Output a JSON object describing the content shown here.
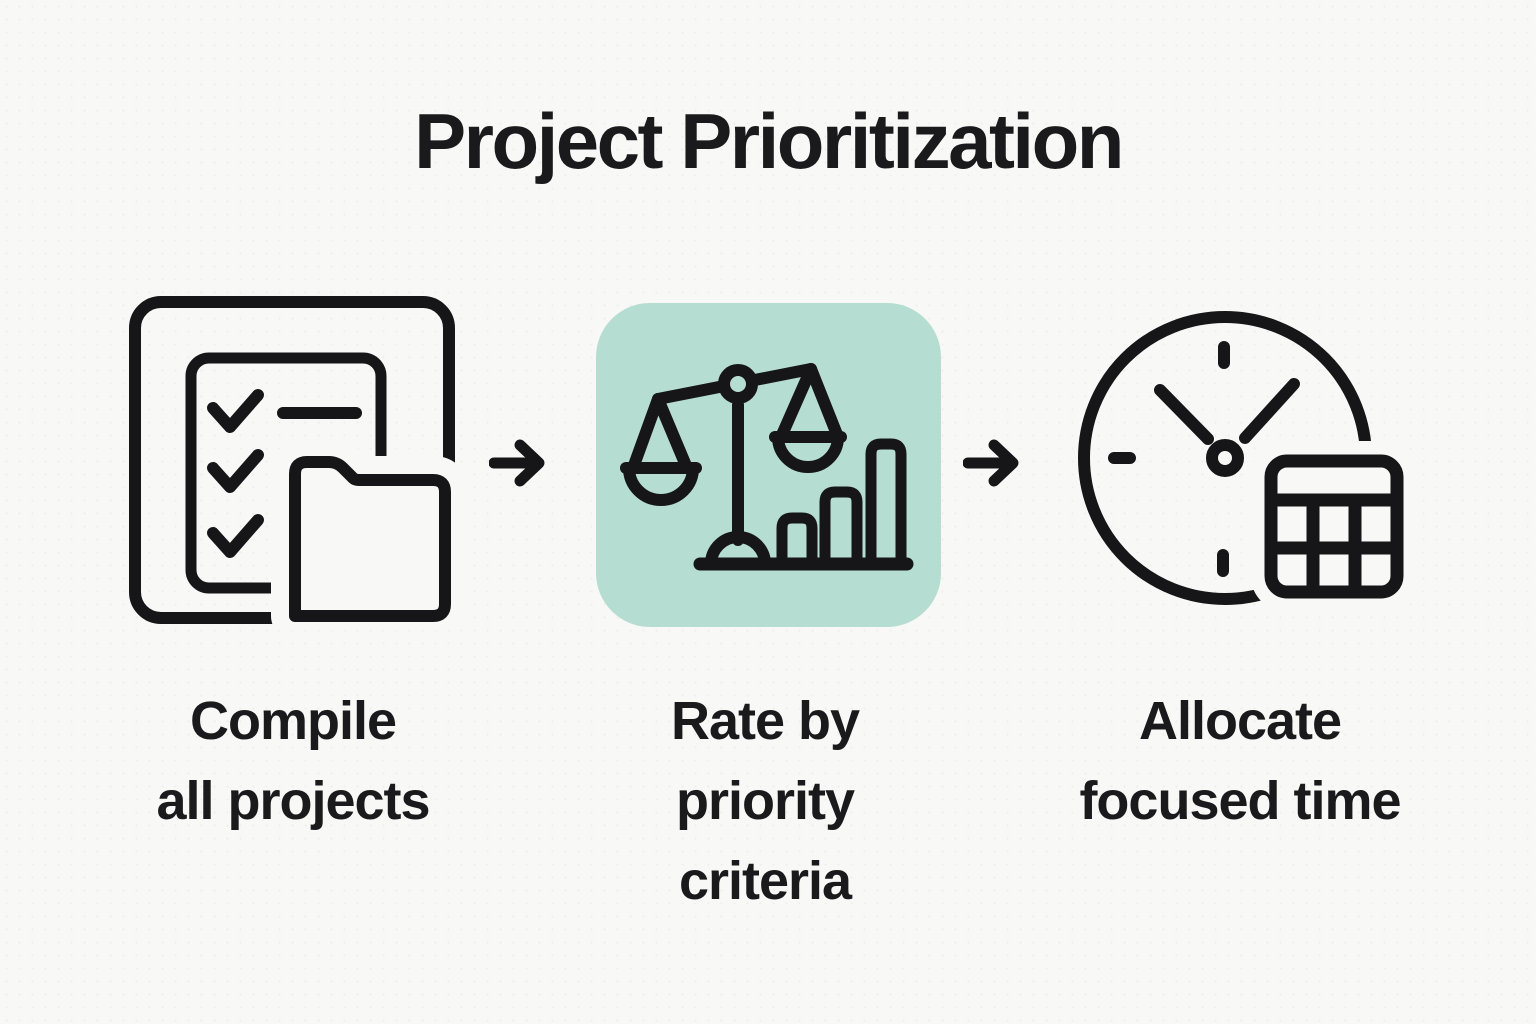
{
  "title": "Project Prioritization",
  "colors": {
    "background": "#f8f8f6",
    "ink": "#1a1a1c",
    "highlight_tile": "#b6ddd1"
  },
  "steps": [
    {
      "id": "compile",
      "label": "Compile\nall projects",
      "icon": "checklist-folder-icon",
      "highlighted": false
    },
    {
      "id": "rate",
      "label": "Rate by\npriority\ncriteria",
      "icon": "balance-scale-bar-chart-icon",
      "highlighted": true
    },
    {
      "id": "allocate",
      "label": "Allocate\nfocused time",
      "icon": "clock-calculator-icon",
      "highlighted": false
    }
  ],
  "connectors": [
    {
      "glyph": "→",
      "icon": "arrow-right-icon"
    },
    {
      "glyph": "→",
      "icon": "arrow-right-icon"
    }
  ]
}
